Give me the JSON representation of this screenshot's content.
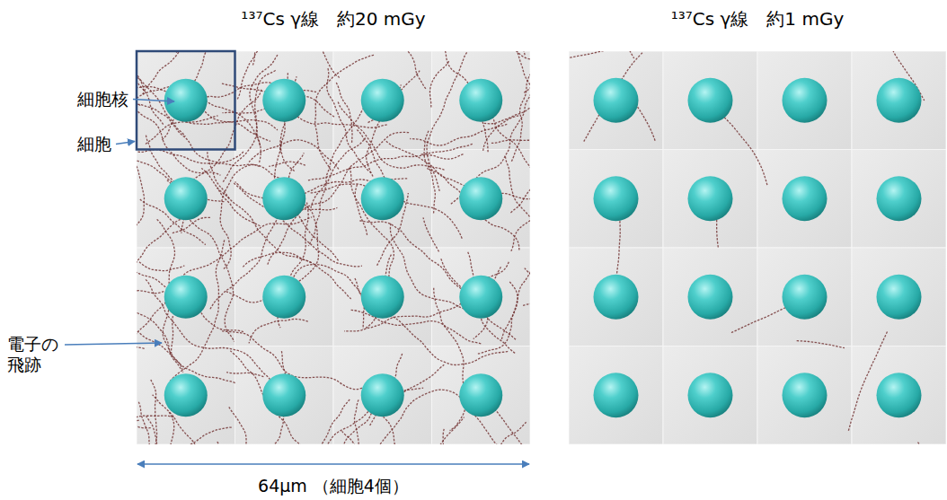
{
  "diagram": {
    "nodes": [
      {
        "text": [
          "¹³⁷Cs γ線　約20 mGy"
        ]
      },
      {
        "text": [
          "¹³⁷Cs γ線　約1 mGy"
        ]
      }
    ],
    "labels": [
      "細胞核",
      "細胞",
      "電子の 飛跡",
      "64μm （細胞4個）"
    ]
  }
}
